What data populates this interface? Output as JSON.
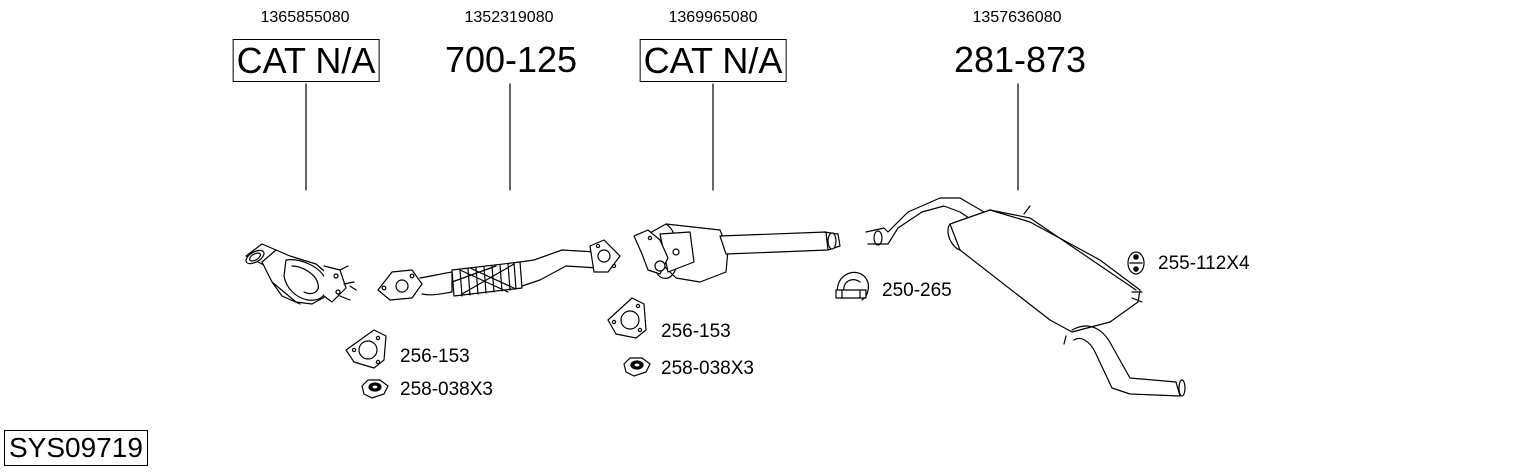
{
  "system": {
    "code": "SYS09719"
  },
  "parts": [
    {
      "oem": "1365855080",
      "number": "CAT N/A"
    },
    {
      "oem": "1352319080",
      "number": "700-125"
    },
    {
      "oem": "1369965080",
      "number": "CAT N/A"
    },
    {
      "oem": "1357636080",
      "number": "281-873"
    }
  ],
  "accessories": [
    {
      "label": "256-153"
    },
    {
      "label": "258-038X3"
    },
    {
      "label": "256-153"
    },
    {
      "label": "258-038X3"
    },
    {
      "label": "250-265"
    },
    {
      "label": "255-112X4"
    }
  ]
}
